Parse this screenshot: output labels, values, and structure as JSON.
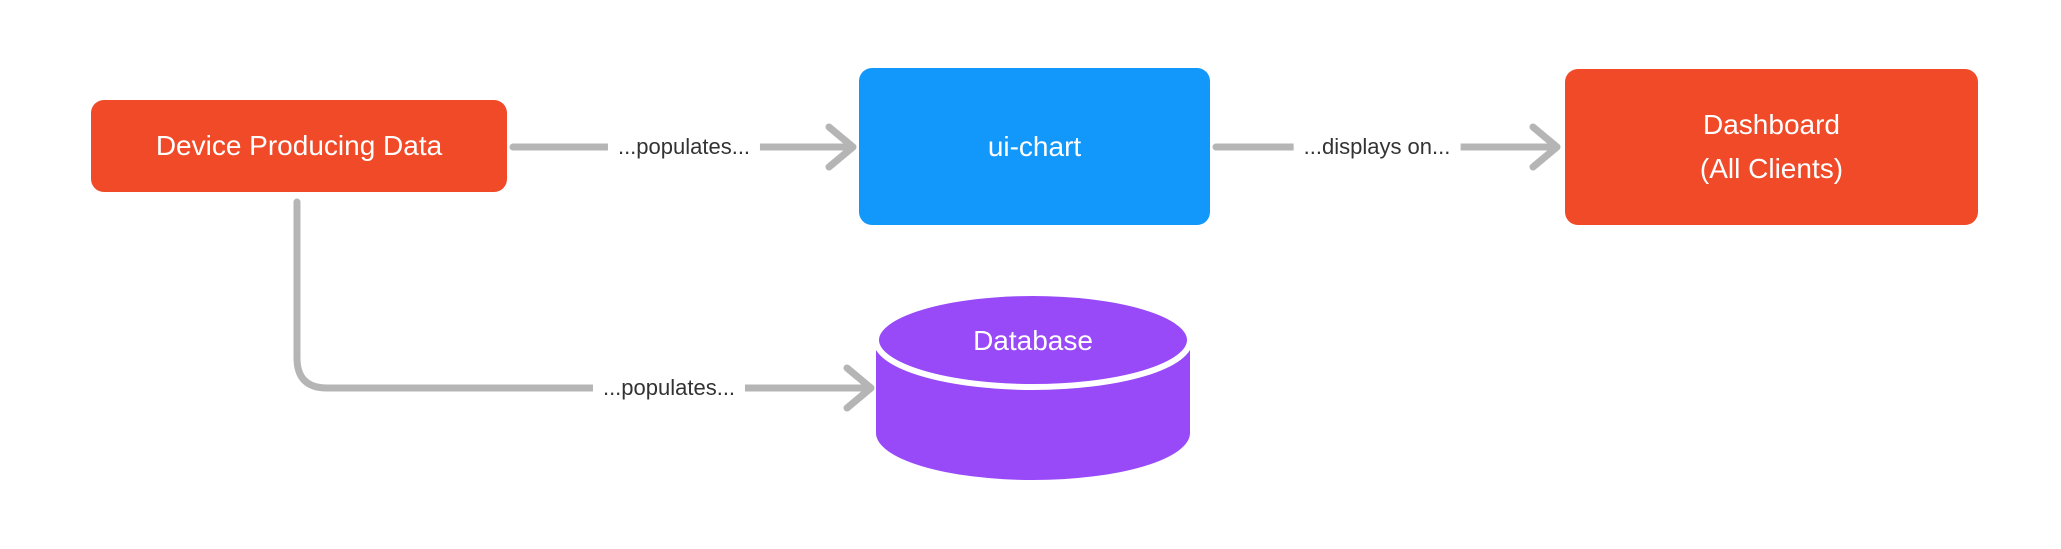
{
  "colors": {
    "node-orange": "#F04A28",
    "node-blue": "#1297FB",
    "node-purple": "#9849F8",
    "edge-gray": "#B5B5B5",
    "edge-label-color": "#333333",
    "node-text-color": "#FFFFFF",
    "canvas-bg": "#FFFFFF"
  },
  "diagram": {
    "nodes": {
      "device": {
        "label": "Device Producing Data",
        "shape": "rounded-rect",
        "color": "#F04A28"
      },
      "ui_chart": {
        "label": "ui-chart",
        "shape": "rounded-rect",
        "color": "#1297FB"
      },
      "dashboard": {
        "label_line1": "Dashboard",
        "label_line2": "(All Clients)",
        "shape": "rounded-rect",
        "color": "#F04A28"
      },
      "database": {
        "label": "Database",
        "shape": "cylinder",
        "color": "#9849F8"
      }
    },
    "edges": [
      {
        "from": "device",
        "to": "ui_chart",
        "label": "...populates..."
      },
      {
        "from": "ui_chart",
        "to": "dashboard",
        "label": "...displays on..."
      },
      {
        "from": "device",
        "to": "database",
        "label": "...populates..."
      }
    ]
  }
}
